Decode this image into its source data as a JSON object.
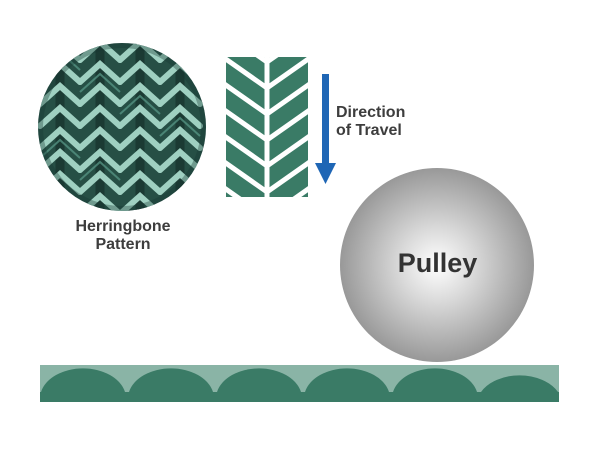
{
  "labels": {
    "pattern_line1": "Herringbone",
    "pattern_line2": "Pattern",
    "travel_line1": "Direction",
    "travel_line2": "of Travel",
    "pulley": "Pulley"
  },
  "colors": {
    "belt_green": "#3a7b66",
    "belt_light": "#8ab4a6",
    "arrow_blue": "#1f66b5",
    "pulley_gray": "#a8a8a8",
    "text": "#3d3d3d"
  },
  "icons": {
    "photo": "herringbone-texture-photo",
    "chevron": "herringbone-chevron-icon",
    "arrow": "arrow-down-icon"
  }
}
